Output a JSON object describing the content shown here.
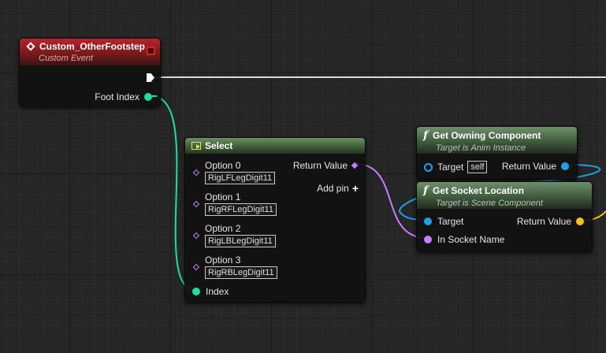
{
  "event_node": {
    "title": "Custom_OtherFootstep",
    "subtitle": "Custom Event",
    "foot_index_label": "Foot Index"
  },
  "select_node": {
    "title": "Select",
    "return_value_label": "Return Value",
    "add_pin_label": "Add pin",
    "options": [
      {
        "label": "Option 0",
        "value": "RigLFLegDigit11"
      },
      {
        "label": "Option 1",
        "value": "RigRFLegDigit11"
      },
      {
        "label": "Option 2",
        "value": "RigLBLegDigit11"
      },
      {
        "label": "Option 3",
        "value": "RigRBLegDigit11"
      }
    ],
    "index_label": "Index"
  },
  "owning_node": {
    "title": "Get Owning Component",
    "subtitle": "Target is Anim Instance",
    "target_label": "Target",
    "target_value": "self",
    "return_value_label": "Return Value"
  },
  "socket_node": {
    "title": "Get Socket Location",
    "subtitle": "Target is Scene Component",
    "target_label": "Target",
    "socket_name_label": "In Socket Name",
    "return_value_label": "Return Value"
  },
  "colors": {
    "integer_pin": "#1edfa0",
    "name_pin": "#c77dff",
    "object_pin": "#1aa3ea",
    "vector_pin": "#f5c315",
    "exec_pin": "#ffffff",
    "event_header": "#b8242c",
    "function_header": "#6e8f6a"
  }
}
